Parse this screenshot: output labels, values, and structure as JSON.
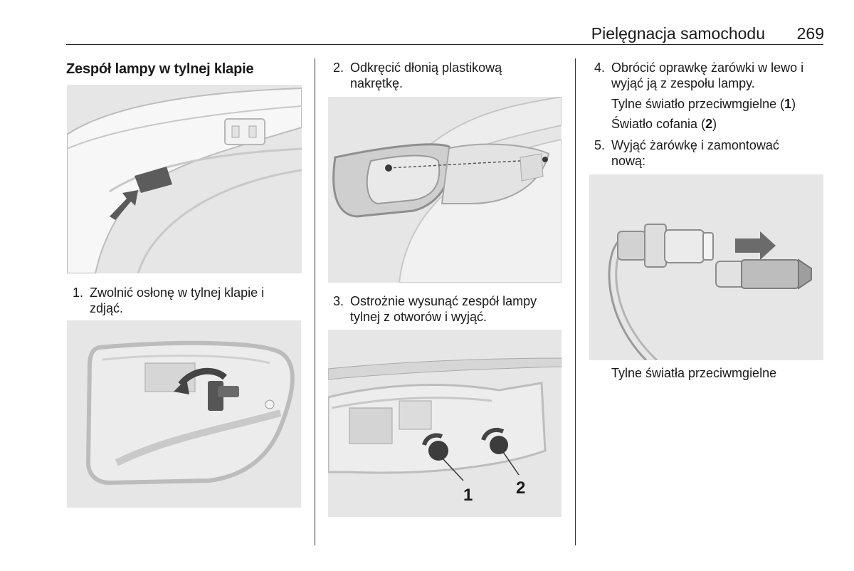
{
  "header": {
    "section_title": "Pielęgnacja samochodu",
    "page_number": "269"
  },
  "column1": {
    "heading": "Zespół lampy w tylnej klapie",
    "step1": {
      "number": "1.",
      "line1": "Zwolnić osłonę w tylnej klapie i",
      "line2": "zdjąć."
    }
  },
  "column2": {
    "step2": {
      "number": "2.",
      "line1": "Odkręcić dłonią plastikową",
      "line2": "nakrętkę."
    },
    "step3": {
      "number": "3.",
      "line1": "Ostrożnie wysunąć zespół lampy",
      "line2": "tylnej z otworów i wyjąć."
    },
    "figure_labels": [
      "1",
      "2"
    ]
  },
  "column3": {
    "step4": {
      "number": "4.",
      "line1": "Obrócić oprawkę żarówki w lewo i",
      "line2": "wyjąć ją z zespołu lampy."
    },
    "fog_label": "Tylne światło przeciwmgielne (",
    "fog_num": "1",
    "reverse_label": "Światło cofania (",
    "reverse_num": "2",
    "close_paren": ")",
    "step5": {
      "number": "5.",
      "line1": "Wyjąć żarówkę i zamontować",
      "line2": "nową:"
    },
    "caption": "Tylne światła przeciwmgielne"
  }
}
